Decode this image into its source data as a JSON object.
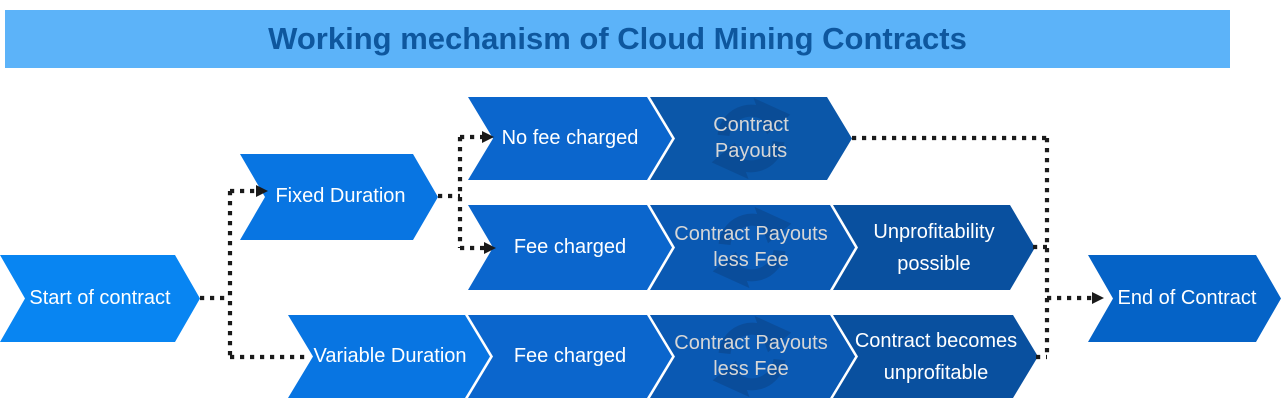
{
  "title": "Working mechanism of Cloud Mining Contracts",
  "colors": {
    "title_bar": "#5CB3F9",
    "title_text": "#0E579E",
    "start": "#0885F2",
    "duration": "#0875E2",
    "fee": "#0B66CD",
    "payouts": "#0B57A9",
    "less_fee": "#0A59B3",
    "dark": "#09509F",
    "end": "#0563C7",
    "connector": "#1A1A1A",
    "label_light": "#FFFFFF",
    "label_muted": "#D6D6D6",
    "sync_icon": "#0A4488"
  },
  "icons": {
    "watermark": "sync-circular-arrows"
  },
  "nodes": [
    {
      "id": "start-of-contract",
      "label": "Start of contract"
    },
    {
      "id": "fixed-duration",
      "label": "Fixed Duration"
    },
    {
      "id": "no-fee-charged",
      "label": "No fee charged"
    },
    {
      "id": "contract-payouts",
      "label": "Contract\nPayouts"
    },
    {
      "id": "fee-charged-fixed",
      "label": "Fee charged"
    },
    {
      "id": "contract-payouts-less-fee-fixed",
      "label": "Contract Payouts\nless Fee"
    },
    {
      "id": "unprofitability-possible",
      "label": "Unprofitability\npossible"
    },
    {
      "id": "variable-duration",
      "label": "Variable Duration"
    },
    {
      "id": "fee-charged-variable",
      "label": "Fee charged"
    },
    {
      "id": "contract-payouts-less-fee-variable",
      "label": "Contract Payouts\nless Fee"
    },
    {
      "id": "contract-becomes-unprofitable",
      "label": "Contract becomes\nunprofitable"
    },
    {
      "id": "end-of-contract",
      "label": "End of Contract"
    }
  ]
}
